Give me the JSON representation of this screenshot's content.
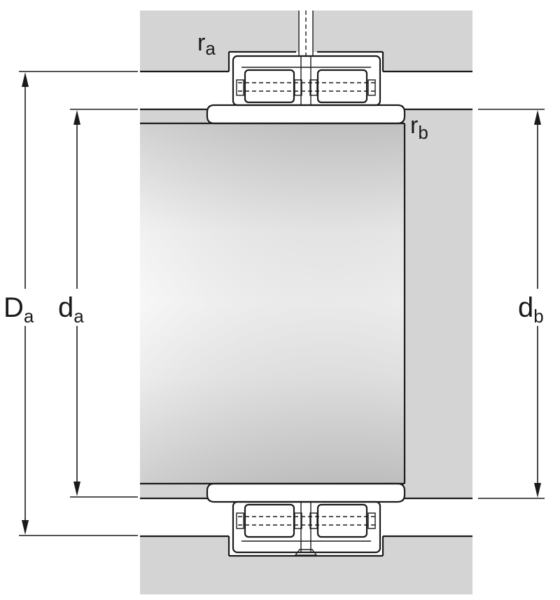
{
  "labels": {
    "D_a": {
      "main": "D",
      "sub": "a"
    },
    "d_a": {
      "main": "d",
      "sub": "a"
    },
    "d_b": {
      "main": "d",
      "sub": "b"
    },
    "r_a": {
      "main": "r",
      "sub": "a"
    },
    "r_b": {
      "main": "r",
      "sub": "b"
    }
  },
  "colors": {
    "housing": "#d4d4d4",
    "shaft_light": "#f4f4f4",
    "shaft_dark": "#c9c9c9",
    "bearing_fill": "#ffffff",
    "line": "#1a1a1a"
  }
}
